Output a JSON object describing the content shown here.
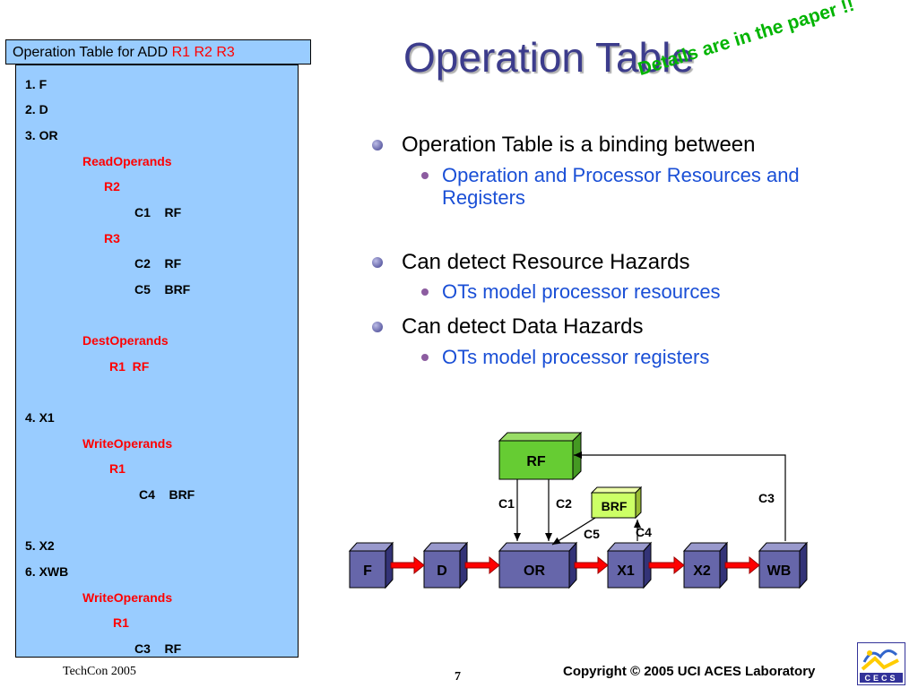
{
  "slide": {
    "title": "Operation Table",
    "callout": "Details are in the paper !!",
    "page_number": "7"
  },
  "op_table": {
    "header_prefix": "Operation Table for ADD ",
    "header_operands": "R1 R2 R3",
    "lines": [
      {
        "text": "1. F",
        "color": "black"
      },
      {
        "text": "2. D",
        "color": "black"
      },
      {
        "text": "3. OR",
        "color": "black"
      },
      {
        "text": "ReadOperands",
        "color": "red"
      },
      {
        "text": "R2",
        "color": "red"
      },
      {
        "text": "C1    RF",
        "color": "black"
      },
      {
        "text": "R3",
        "color": "red"
      },
      {
        "text": "C2    RF",
        "color": "black"
      },
      {
        "text": "C5    BRF",
        "color": "black"
      },
      {
        "text": "DestOperands",
        "color": "red"
      },
      {
        "text": "R1  RF",
        "color": "red"
      },
      {
        "text": "4. X1",
        "color": "black"
      },
      {
        "text": "WriteOperands",
        "color": "red"
      },
      {
        "text": "R1",
        "color": "red"
      },
      {
        "text": "C4    BRF",
        "color": "black"
      },
      {
        "text": "5. X2",
        "color": "black"
      },
      {
        "text": "6. XWB",
        "color": "black"
      },
      {
        "text": "WriteOperands",
        "color": "red"
      },
      {
        "text": "R1",
        "color": "red"
      },
      {
        "text": "C3    RF",
        "color": "black"
      }
    ]
  },
  "bullets": [
    {
      "text": "Operation Table is a binding between",
      "sub": [
        "Operation and Processor Resources and Registers"
      ]
    },
    {
      "text": "Can detect Resource Hazards",
      "sub": [
        "OTs model processor resources"
      ]
    },
    {
      "text": "Can detect Data Hazards",
      "sub": [
        "OTs model processor registers"
      ]
    }
  ],
  "diagram": {
    "stages": [
      "F",
      "D",
      "OR",
      "X1",
      "X2",
      "WB"
    ],
    "storage": {
      "rf": "RF",
      "brf": "BRF"
    },
    "connections": {
      "c1": "C1",
      "c2": "C2",
      "c3": "C3",
      "c4": "C4",
      "c5": "C5"
    },
    "colors": {
      "stage": "#6666aa",
      "rf": "#66cc33",
      "brf": "#ccff66",
      "arrow": "#ff0000"
    }
  },
  "footer": {
    "left": "TechCon 2005",
    "copyright": "Copyright © 2005  UCI ACES Laboratory",
    "logo_text": "CECS"
  }
}
